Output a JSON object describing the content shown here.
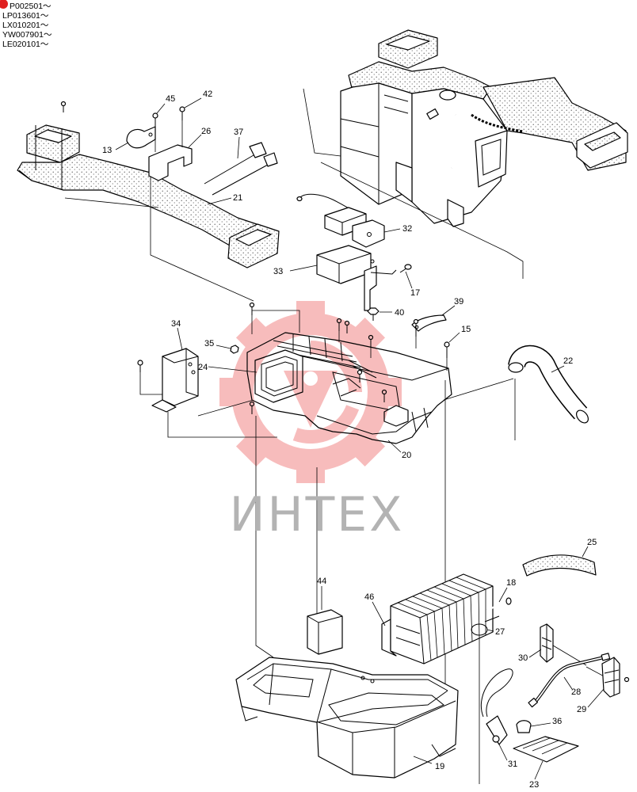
{
  "serial_numbers": [
    "P002501～",
    "LP013601～",
    "LX010201～",
    "YW007901～",
    "LE020101～"
  ],
  "watermark": "ИНТЕХ",
  "parts": {
    "p13": "13",
    "p15": "15",
    "p17": "17",
    "p18": "18",
    "p19": "19",
    "p20": "20",
    "p21": "21",
    "p22": "22",
    "p23": "23",
    "p24": "24",
    "p25": "25",
    "p26": "26",
    "p27": "27",
    "p28": "28",
    "p29": "29",
    "p30": "30",
    "p31": "31",
    "p32": "32",
    "p33": "33",
    "p34": "34",
    "p35": "35",
    "p36": "36",
    "p37": "37",
    "p39": "39",
    "p40": "40",
    "p42": "42",
    "p44": "44",
    "p45": "45",
    "p46": "46"
  },
  "icons": {
    "marker": "red-dot-icon",
    "logo": "gear-logo-icon"
  },
  "colors": {
    "line": "#000000",
    "marker": "#e02020",
    "watermark_logo": "#ee6a6a",
    "watermark_text": "#b3b3b3"
  }
}
